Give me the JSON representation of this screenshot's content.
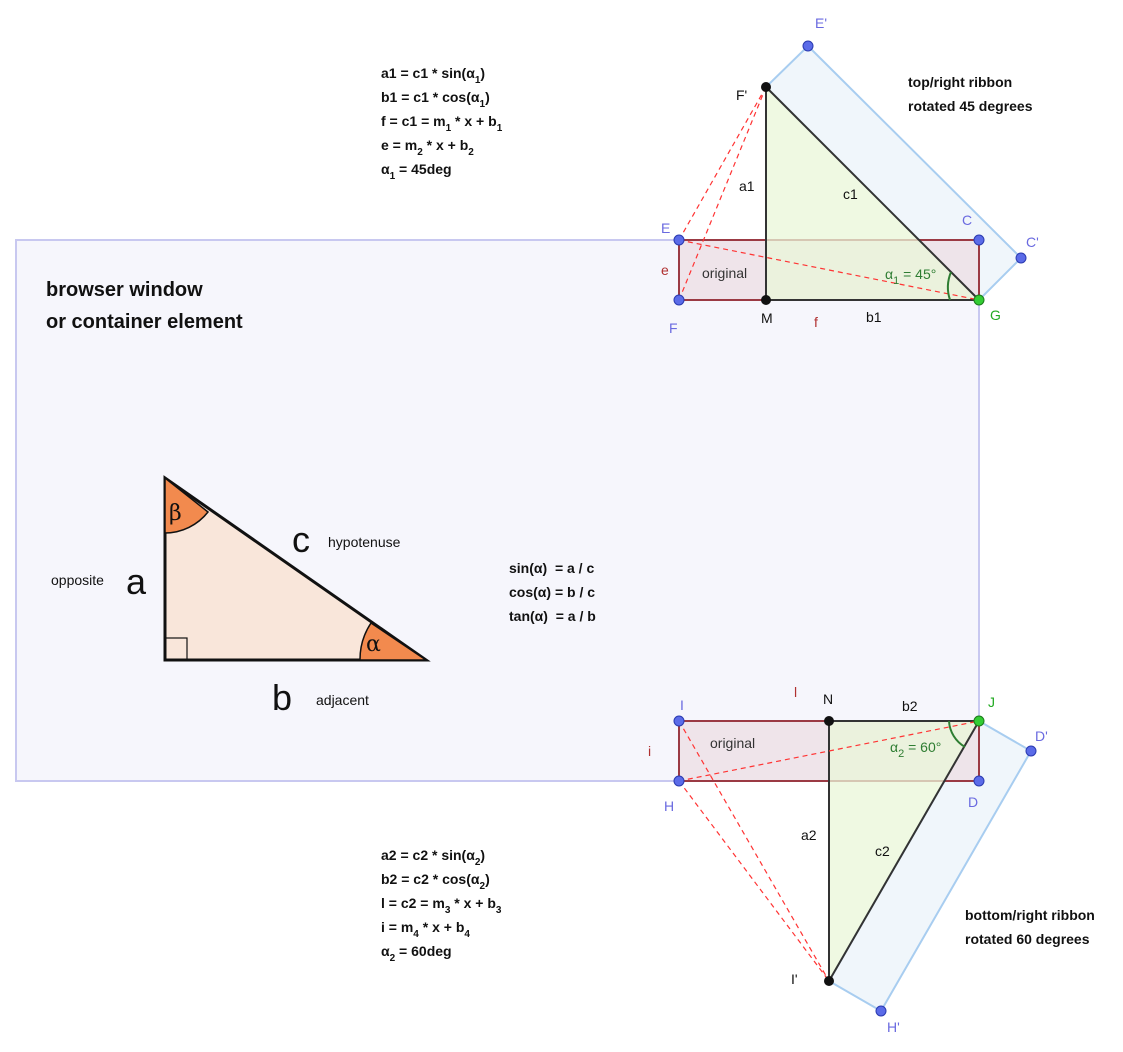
{
  "colors": {
    "container_fill": "#f6f6fc",
    "container_stroke": "#c8c8f0",
    "ribbon_fill": "#f0f6fb",
    "ribbon_stroke": "#a8cdf0",
    "original_fill": "#ede0e6",
    "original_stroke": "#9b3a44",
    "triangle_fill": "#eaf7d8",
    "triangle_stroke": "#333333",
    "dash_red": "#ff3333",
    "point_blue": "#4a5ce8",
    "point_black": "#111111",
    "point_green": "#22bb22",
    "label_blue": "#6a6ae0",
    "label_red": "#b03030",
    "label_green": "#2e7d32",
    "ref_fill": "#f9e6da",
    "ref_angle": "#f28a4e"
  },
  "container": {
    "title_line1": "browser window",
    "title_line2": "or container element"
  },
  "reference_triangle": {
    "label_a": "a",
    "label_b": "b",
    "label_c": "c",
    "beta": "β",
    "alpha": "α",
    "opposite": "opposite",
    "adjacent": "adjacent",
    "hypotenuse": "hypotenuse"
  },
  "trig": {
    "line1": "sin(α)  = a / c",
    "line2": "cos(α) = b / c",
    "line3": "tan(α)  = a / b"
  },
  "top_formulas": [
    {
      "text": "a1 = c1 * sin(α",
      "sub": "1",
      "tail": ")"
    },
    {
      "text": "b1 = c1 * cos(α",
      "sub": "1",
      "tail": ")"
    },
    {
      "text": "f = c1 = m",
      "sub": "1",
      "tail": " * x + b",
      "sub2": "1"
    },
    {
      "text": "e = m",
      "sub": "2",
      "tail": " * x + b",
      "sub2": "2"
    },
    {
      "text": "α",
      "sub": "1",
      "tail": " = 45deg"
    }
  ],
  "bottom_formulas": [
    {
      "text": "a2 = c2 * sin(α",
      "sub": "2",
      "tail": ")"
    },
    {
      "text": "b2 = c2 * cos(α",
      "sub": "2",
      "tail": ")"
    },
    {
      "text": "l = c2 = m",
      "sub": "3",
      "tail": " * x + b",
      "sub2": "3"
    },
    {
      "text": "i = m",
      "sub": "4",
      "tail": " * x + b",
      "sub2": "4"
    },
    {
      "text": "α",
      "sub": "2",
      "tail": " = 60deg"
    }
  ],
  "top_ribbon": {
    "note1": "top/right ribbon",
    "note2": "rotated 45 degrees",
    "original": "original",
    "angle_label": "α",
    "angle_sub": "1",
    "angle_value": " = 45°",
    "seg_a1": "a1",
    "seg_b1": "b1",
    "seg_c1": "c1",
    "seg_e": "e",
    "seg_f": "f",
    "points": {
      "E_prime": "E'",
      "F_prime": "F'",
      "C": "C",
      "C_prime": "C'",
      "E": "E",
      "F": "F",
      "M": "M",
      "G": "G"
    }
  },
  "bottom_ribbon": {
    "note1": "bottom/right ribbon",
    "note2": "rotated 60 degrees",
    "original": "original",
    "angle_label": "α",
    "angle_sub": "2",
    "angle_value": " = 60°",
    "seg_a2": "a2",
    "seg_b2": "b2",
    "seg_c2": "c2",
    "seg_i": "i",
    "seg_l": "l",
    "points": {
      "I": "I",
      "N": "N",
      "J": "J",
      "D_prime": "D'",
      "H": "H",
      "D": "D",
      "I_prime": "I'",
      "H_prime": "H'"
    }
  }
}
